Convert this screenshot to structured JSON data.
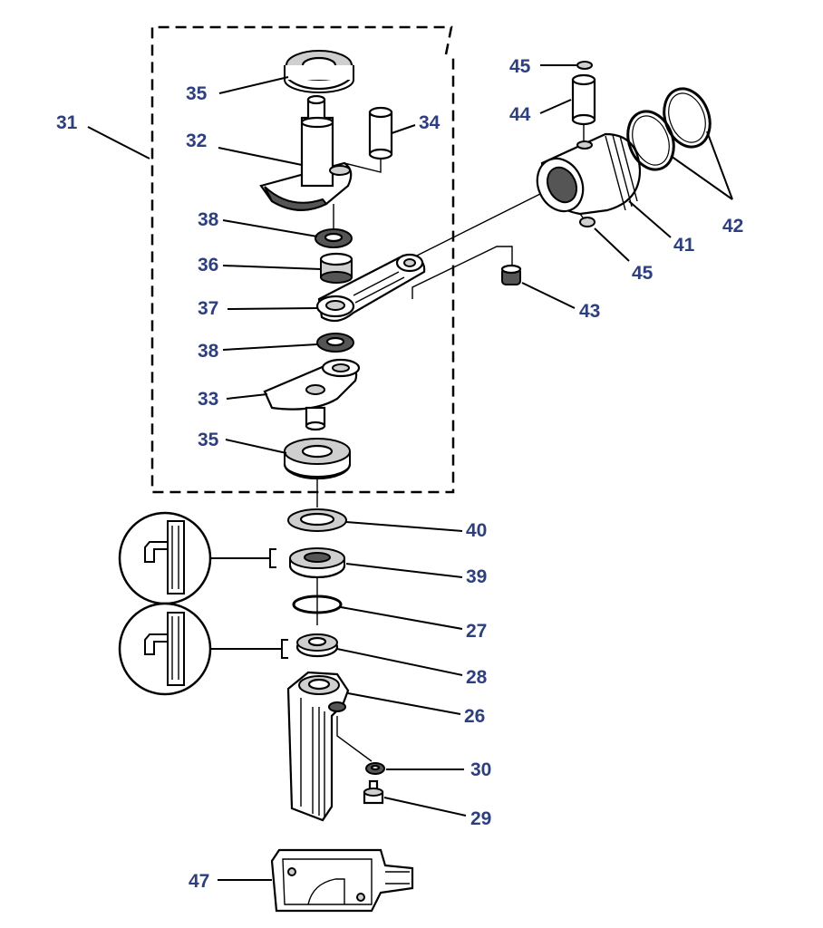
{
  "colors": {
    "label": "#2e3f7f",
    "line": "#000000",
    "background": "#ffffff"
  },
  "labels": {
    "l31": "31",
    "l35a": "35",
    "l32": "32",
    "l34": "34",
    "l38a": "38",
    "l36": "36",
    "l37": "37",
    "l38b": "38",
    "l33": "33",
    "l35b": "35",
    "l40": "40",
    "l39": "39",
    "l27": "27",
    "l28": "28",
    "l26": "26",
    "l30": "30",
    "l29": "29",
    "l47": "47",
    "l45a": "45",
    "l44": "44",
    "l41": "41",
    "l42": "42",
    "l45b": "45",
    "l43": "43"
  }
}
